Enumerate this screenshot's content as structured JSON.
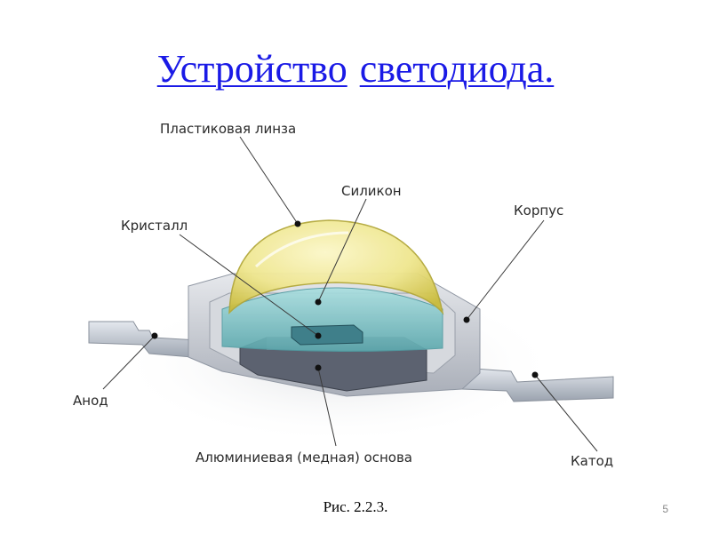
{
  "title": {
    "word1": "Устройство",
    "word2": "светодиода."
  },
  "labels": {
    "lens": "Пластиковая линза",
    "silicone": "Силикон",
    "crystal": "Кристалл",
    "housing": "Корпус",
    "anode": "Анод",
    "base": "Алюминиевая (медная) основа",
    "cathode": "Катод"
  },
  "caption": "Рис. 2.2.3.",
  "page_number": "5",
  "colors": {
    "title_link": "#1a1ae6",
    "lens_yellow": "#e8e07a",
    "silicone_cyan": "#7fc6c8",
    "housing_grey": "#c9ccd2",
    "base_dark": "#5c6270",
    "leads_silver": "#b8bec8"
  }
}
